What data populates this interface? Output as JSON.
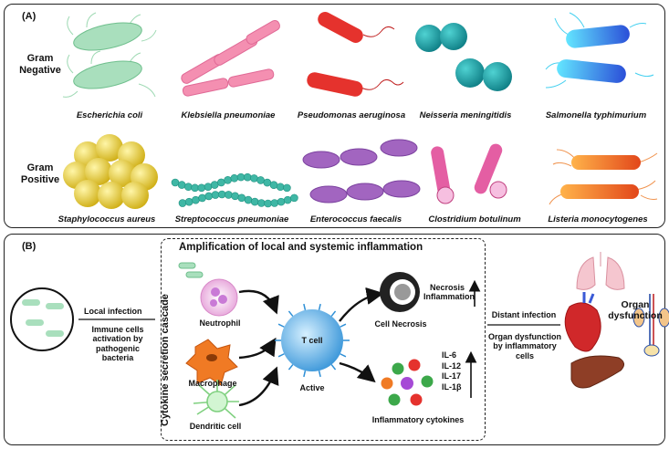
{
  "panel_a": {
    "label": "(A)",
    "gram_negative": "Gram\nNegative",
    "gram_positive": "Gram\nPositive",
    "negative_species": [
      "Escherichia coli",
      "Klebsiella pneumoniae",
      "Pseudomonas aeruginosa",
      "Neisseria meningitidis",
      "Salmonella typhimurium"
    ],
    "positive_species": [
      "Staphylococcus aureus",
      "Streptococcus pneumoniae",
      "Enterococcus faecalis",
      "Clostridium botulinum",
      "Listeria monocytogenes"
    ]
  },
  "panel_b": {
    "label": "(B)",
    "title": "Amplification of local and systemic inflammation",
    "vertical_label": "Cytokine secretion cascade",
    "local_infection": "Local infection",
    "immune_activation": "Immune cells\nactivation by\npathogenic bacteria",
    "neutrophil": "Neutrophil",
    "macrophage": "Macrophage",
    "dendritic_cell": "Dendritic cell",
    "t_cell": "T cell",
    "active": "Active",
    "cell_necrosis": "Cell Necrosis",
    "necrosis_inflammation": "Necrosis\nInflammation",
    "inflammatory_cytokines": "Inflammatory cytokines",
    "cytokines": "IL-6\nIL-12\nIL-17\nIL-1β",
    "distant_infection": "Distant infection",
    "organ_dysfunction_cells": "Organ dysfunction\nby inflammatory cells",
    "organ_dysfunction": "Organ\ndysfunction"
  },
  "colors": {
    "ecoli": "#8fd4a8",
    "klebsiella": "#f48fb1",
    "pseudomonas": "#e5322d",
    "neisseria": "#1aa6a6",
    "salmonella": "#3f6fe0",
    "staph": "#e0c52a",
    "strep": "#3fb7a5",
    "entero": "#a265c0",
    "clostridium": "#e45ea3",
    "listeria": "#f07a24",
    "tcell": "#3fa6e8"
  }
}
